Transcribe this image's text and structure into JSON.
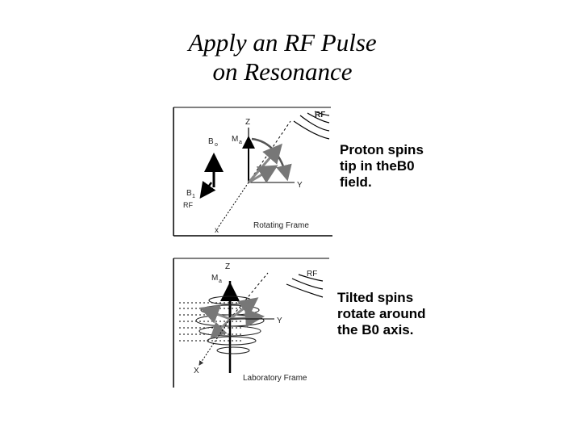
{
  "title": {
    "line1": "Apply an RF Pulse",
    "line2": "on Resonance"
  },
  "panel_top": {
    "labels": {
      "rf": "RF",
      "z": "Z",
      "m": "M",
      "m_sub": "a",
      "b": "B",
      "b_sub": "o",
      "b1": "B",
      "b1_sub": "1",
      "b1_rf": "RF",
      "y": "Y",
      "x": "x",
      "frame": "Rotating Frame"
    },
    "caption": [
      "Proton spins",
      "tip in theB0",
      "field."
    ]
  },
  "panel_bottom": {
    "labels": {
      "rf": "RF",
      "z": "Z",
      "m": "M",
      "m_sub": "a",
      "y": "Y",
      "x": "X",
      "frame": "Laboratory Frame"
    },
    "caption": [
      "Tilted spins",
      "rotate around",
      "the B0 axis."
    ]
  }
}
